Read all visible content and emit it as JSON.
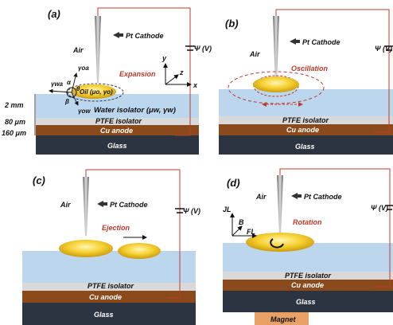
{
  "panels": {
    "a": {
      "label": "(a)",
      "cathode": "Pt Cathode",
      "air": "Air",
      "voltage": "Ψ (V)",
      "state": "Expansion",
      "oil": "Oil (μo, γo)",
      "water": "Water isolator (μw, γw)",
      "ptfe": "PTFE isolator",
      "anode": "Cu anode",
      "glass": "Glass",
      "gamma_oa": "γoa",
      "gamma_wa": "γwa",
      "gamma_ow": "γow",
      "alpha": "α",
      "beta": "β",
      "theta": "θ",
      "axis_x": "x",
      "axis_y": "y",
      "axis_z": "z",
      "thick_water": "2 mm",
      "thick_ptfe": "80 μm",
      "thick_anode": "160 μm"
    },
    "b": {
      "label": "(b)",
      "cathode": "Pt Cathode",
      "air": "Air",
      "voltage": "Ψ (V)",
      "state": "Oscillation",
      "ptfe": "PTFE isolator",
      "anode": "Cu anode",
      "glass": "Glass"
    },
    "c": {
      "label": "(c)",
      "cathode": "Pt Cathode",
      "air": "Air",
      "voltage": "Ψ (V)",
      "state": "Ejection",
      "ptfe": "PTFE isolator",
      "anode": "Cu anode",
      "glass": "Glass"
    },
    "d": {
      "label": "(d)",
      "cathode": "Pt Cathode",
      "air": "Air",
      "voltage": "Ψ (V)",
      "state": "Rotation",
      "ptfe": "PTFE isolator",
      "anode": "Cu anode",
      "glass": "Glass",
      "magnet": "Magnet",
      "jl": "JL",
      "b": "B",
      "fl": "FL"
    }
  },
  "colors": {
    "water": "#bcd6ee",
    "ptfe": "#d9d9d9",
    "anode": "#8a4a1c",
    "glass": "#2c3341",
    "oil": "#f2c428",
    "wire": "#c0392b",
    "magnet": "#e8a064"
  }
}
